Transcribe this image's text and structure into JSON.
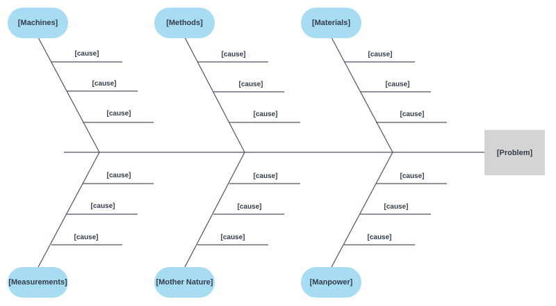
{
  "problem": {
    "label": "[Problem]"
  },
  "categories": [
    {
      "label": "[Machines]",
      "causes": [
        "[cause]",
        "[cause]",
        "[cause]"
      ]
    },
    {
      "label": "[Methods]",
      "causes": [
        "[cause]",
        "[cause]",
        "[cause]"
      ]
    },
    {
      "label": "[Materials]",
      "causes": [
        "[cause]",
        "[cause]",
        "[cause]"
      ]
    },
    {
      "label": "[Measurements]",
      "causes": [
        "[cause]",
        "[cause]",
        "[cause]"
      ]
    },
    {
      "label": "[Mother Nature]",
      "causes": [
        "[cause]",
        "[cause]",
        "[cause]"
      ]
    },
    {
      "label": "[Manpower]",
      "causes": [
        "[cause]",
        "[cause]",
        "[cause]"
      ]
    }
  ],
  "colors": {
    "category_fill": "#a7dcf2",
    "problem_fill": "#d4d4d4",
    "line": "#4a5160",
    "text": "#333c4a"
  }
}
